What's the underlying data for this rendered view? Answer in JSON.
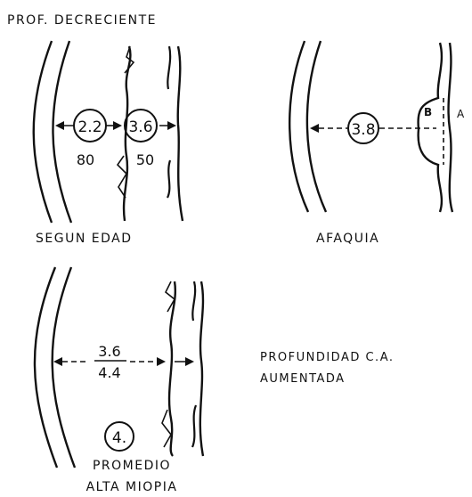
{
  "title": "PROF. DECRECIENTE",
  "panel_age": {
    "caption": "SEGUN EDAD",
    "value_left": "2.2",
    "value_right": "3.6",
    "age_left": "80",
    "age_right": "50"
  },
  "panel_aphakia": {
    "caption": "AFAQUIA",
    "value": "3.8",
    "letter_b": "B",
    "letter_a": "A"
  },
  "panel_myopia": {
    "caption_line1": "PROMEDIO",
    "caption_line2": "ALTA MIOPIA",
    "value_top": "3.6",
    "value_bottom": "4.4",
    "circled": "4."
  },
  "note": {
    "line1": "PROFUNDIDAD C.A.",
    "line2": "AUMENTADA"
  }
}
